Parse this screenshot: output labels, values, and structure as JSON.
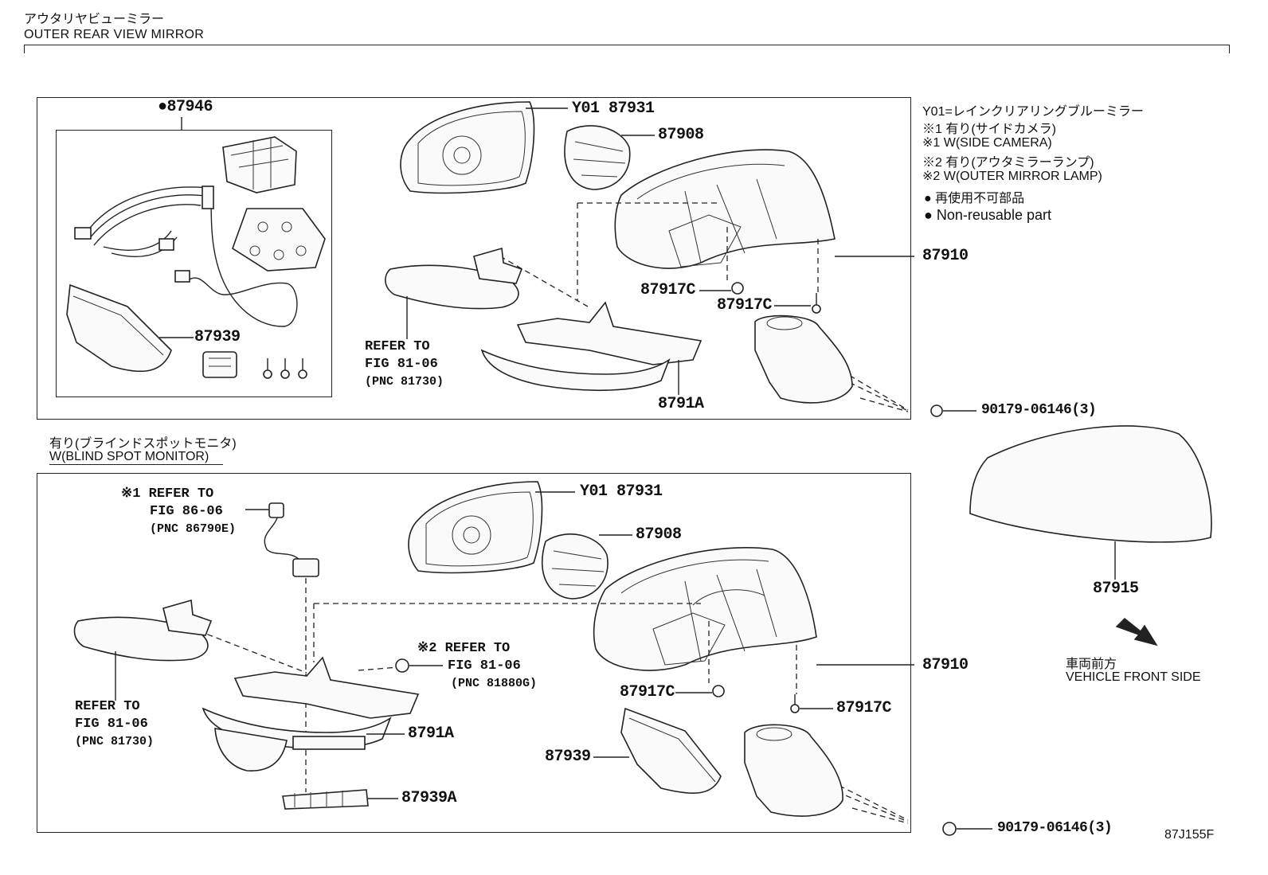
{
  "header": {
    "title_jp": "アウタリヤビューミラー",
    "title_en": "OUTER REAR VIEW MIRROR"
  },
  "legend": {
    "y01": "Y01=レインクリアリングブルーミラー",
    "note1_jp": "※1 有り(サイドカメラ)",
    "note1_en": "※1 W(SIDE CAMERA)",
    "note2_jp": "※2 有り(アウタミラーランプ)",
    "note2_en": "※2 W(OUTER MIRROR LAMP)",
    "nonreuse_jp": "再使用不可部品",
    "nonreuse_en": "Non-reusable part",
    "bullet": "●"
  },
  "top_section": {
    "labels": {
      "p87946": "●87946",
      "p87939": "87939",
      "y01_87931": "Y01 87931",
      "p87908": "87908",
      "p87910": "87910",
      "p87917c_a": "87917C",
      "p87917c_b": "87917C",
      "p8791a": "8791A",
      "p90179": "90179-06146(3)"
    },
    "refer": {
      "line1": "REFER TO",
      "line2": "FIG 81-06",
      "line3": "(PNC 81730)"
    }
  },
  "bsm_heading": {
    "jp": "有り(ブラインドスポットモニタ)",
    "en": "W(BLIND SPOT MONITOR)"
  },
  "bottom_section": {
    "labels": {
      "y01_87931": "Y01 87931",
      "p87908": "87908",
      "p87910": "87910",
      "p87917c_a": "87917C",
      "p87917c_b": "87917C",
      "p8791a": "8791A",
      "p87939": "87939",
      "p87939a": "87939A",
      "p90179": "90179-06146(3)"
    },
    "refer_cam": {
      "line1": "※1 REFER TO",
      "line2": "FIG 86-06",
      "line3": "(PNC 86790E)"
    },
    "refer_lamp": {
      "line1": "※2 REFER TO",
      "line2": "FIG 81-06",
      "line3": "(PNC 81880G)"
    },
    "refer_turn": {
      "line1": "REFER TO",
      "line2": "FIG 81-06",
      "line3": "(PNC 81730)"
    }
  },
  "side": {
    "p87915": "87915",
    "front_jp": "車両前方",
    "front_en": "VEHICLE FRONT SIDE"
  },
  "figure_code": "87J155F"
}
